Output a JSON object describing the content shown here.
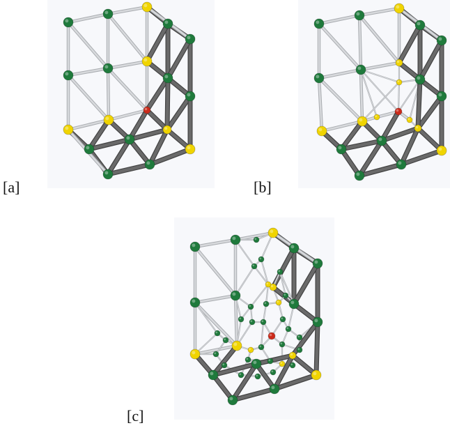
{
  "panels": [
    {
      "id": "a",
      "label": "[a]"
    },
    {
      "id": "b",
      "label": "[b]"
    },
    {
      "id": "c",
      "label": "[c]"
    }
  ],
  "colors": {
    "background": "#ffffff",
    "panel_background": "#f7f8fb",
    "edge_light": "#d8dadd",
    "edge_dark": "#6a6a6a",
    "node_green": "#1f7a3c",
    "node_yellow": "#f0d400",
    "node_red": "#cc2a1a"
  },
  "legend": []
}
